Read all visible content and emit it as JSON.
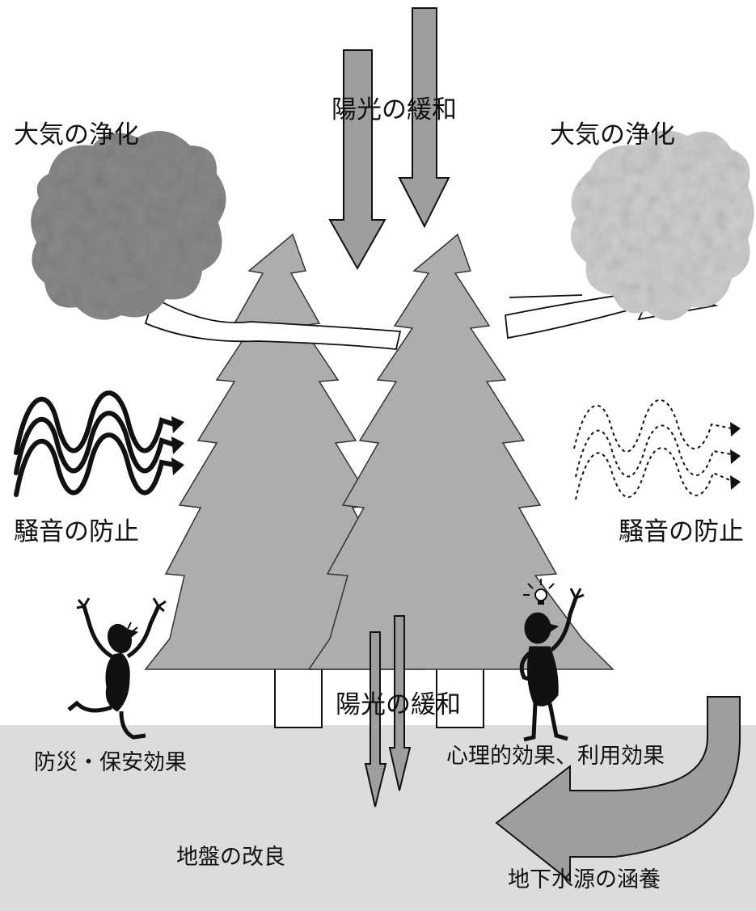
{
  "labels": {
    "sunlight_top": "陽光の緩和",
    "air_left": "大気の浄化",
    "air_right": "大気の浄化",
    "noise_left": "騒音の防止",
    "noise_right": "騒音の防止",
    "sunlight_bottom": "陽光の緩和",
    "disaster": "防災・保安効果",
    "psych": "心理的効果、利用効果",
    "ground": "地盤の改良",
    "groundwater": "地下水源の涵養"
  },
  "colors": {
    "tree": "#adadaf",
    "ground": "#dcdcde",
    "arrow": "#9e9e9e",
    "cloud_dark": "#8a8a8a",
    "cloud_light": "#cfcfcf"
  }
}
